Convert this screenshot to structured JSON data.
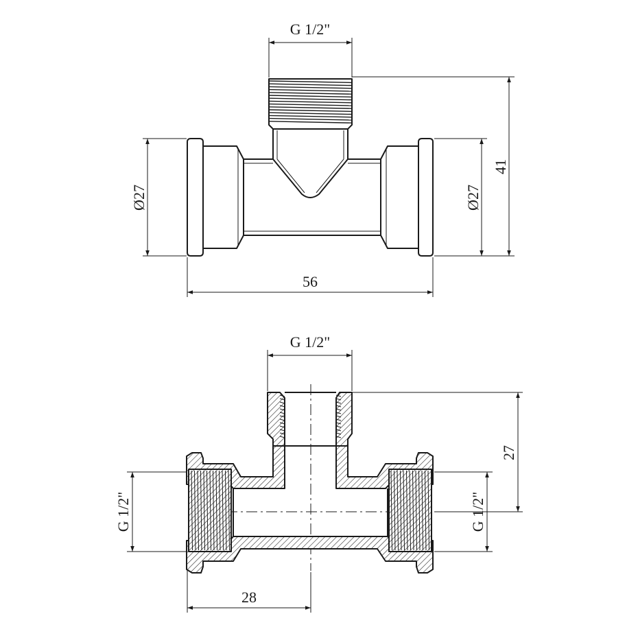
{
  "top_view": {
    "dims": {
      "thread_top": "G 1/2\"",
      "height": "41",
      "diameter_left": "Ø27",
      "diameter_right": "Ø27",
      "length": "56"
    }
  },
  "section_view": {
    "dims": {
      "thread_top": "G 1/2\"",
      "height": "27",
      "thread_left": "G 1/2\"",
      "thread_right": "G 1/2\"",
      "half_length": "28"
    }
  }
}
